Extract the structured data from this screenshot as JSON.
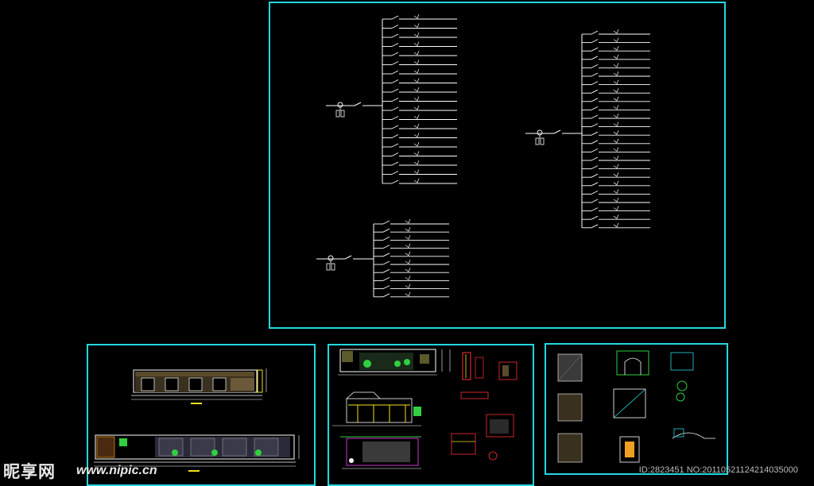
{
  "colors": {
    "background": "#000000",
    "frame": "#22d8e0",
    "line": "#ffffff",
    "accent_yellow": "#f0e020",
    "accent_red": "#ff3030",
    "accent_green": "#30d040",
    "accent_magenta": "#ff40ff"
  },
  "panels": [
    {
      "name": "electrical-schematic-panel",
      "content": "distribution diagram with three feeder groups"
    },
    {
      "name": "elevation-drawing-panel",
      "content": "building elevations"
    },
    {
      "name": "detail-drawing-panel",
      "content": "sections and details"
    },
    {
      "name": "node-detail-panel",
      "content": "node details"
    }
  ],
  "schematic": {
    "groups": [
      {
        "name": "feeder-group-1",
        "circuits": 19
      },
      {
        "name": "feeder-group-2",
        "circuits": 24
      },
      {
        "name": "feeder-group-3",
        "circuits": 10
      }
    ]
  },
  "watermark": {
    "logo": "昵享网 www.nipic.cn",
    "logo_cn": "昵享网",
    "url": "www.nipic.cn",
    "id_text": "ID:2823451 NO:20110521124214035000"
  }
}
